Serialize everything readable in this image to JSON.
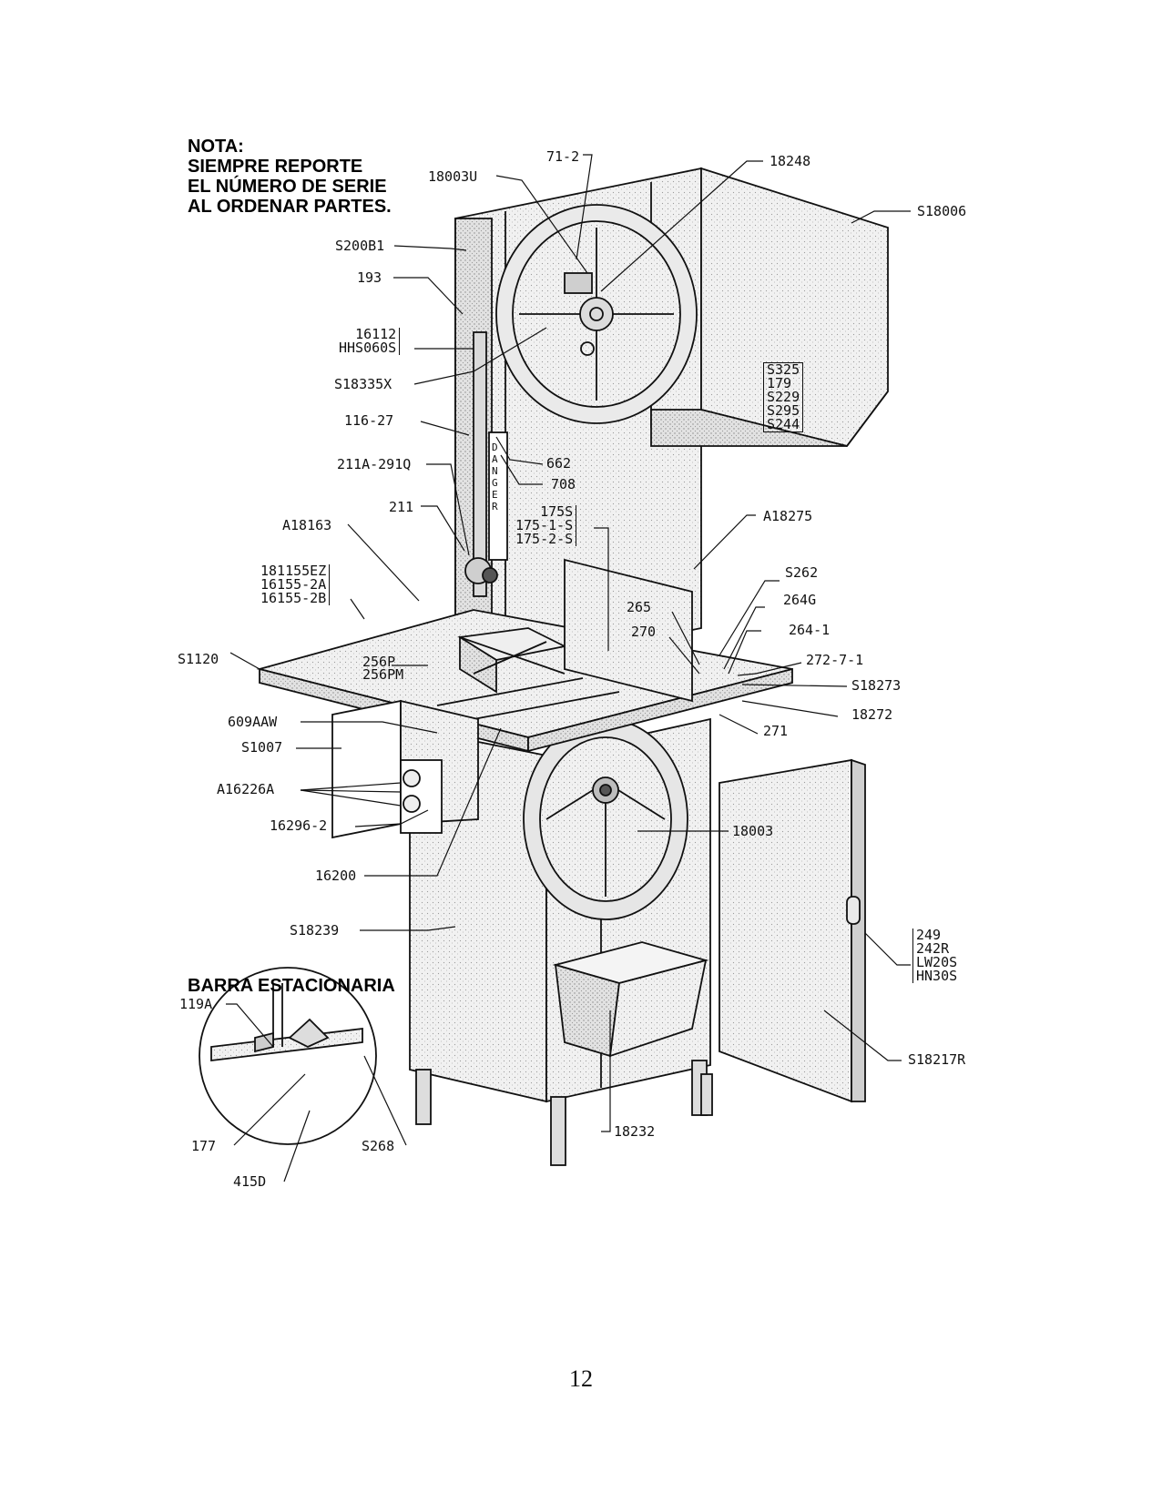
{
  "note": {
    "line1": "NOTA:",
    "line2": "SIEMPRE REPORTE",
    "line3": "EL NÚMERO DE SERIE",
    "line4": "AL ORDENAR PARTES."
  },
  "inset_title": "BARRA ESTACIONARIA",
  "labels": {
    "p18003U": "18003U",
    "p71_2": "71-2",
    "p18248": "18248",
    "pS18006": "S18006",
    "pS200B1": "S200B1",
    "p193": "193",
    "p16112": "16112",
    "pHHS060S": "HHS060S",
    "pS18335X": "S18335X",
    "p116_27": "116-27",
    "p211A_291Q": "211A-291Q",
    "p662": "662",
    "p708": "708",
    "p211": "211",
    "pA18163": "A18163",
    "p175S": "175S",
    "p175_1_S": "175-1-S",
    "p175_2_S": "175-2-S",
    "pA18275": "A18275",
    "p181155EZ": "181155EZ",
    "p16155_2A": "16155-2A",
    "p16155_2B": "16155-2B",
    "pS262": "S262",
    "p264G": "264G",
    "p265": "265",
    "p270": "270",
    "p264_1": "264-1",
    "pS1120": "S1120",
    "p256P": "256P",
    "p256PM": "256PM",
    "p272_7_1": "272-7-1",
    "pS18273": "S18273",
    "p18272": "18272",
    "p271": "271",
    "p609AAW": "609AAW",
    "pS1007": "S1007",
    "pA16226A": "A16226A",
    "p16296_2": "16296-2",
    "p18003": "18003",
    "p16200": "16200",
    "pS18239": "S18239",
    "p119A": "119A",
    "p177": "177",
    "pS268": "S268",
    "p415D": "415D",
    "p18232": "18232",
    "pS18217R": "S18217R",
    "pS325": "S325",
    "p179": "179",
    "pS229": "S229",
    "pS295": "S295",
    "pS244": "S244",
    "p249": "249",
    "p242R": "242R",
    "pLW20S": "LW20S",
    "pHN30S": "HN30S"
  },
  "danger_sign": "DANGER",
  "page_number": "12"
}
